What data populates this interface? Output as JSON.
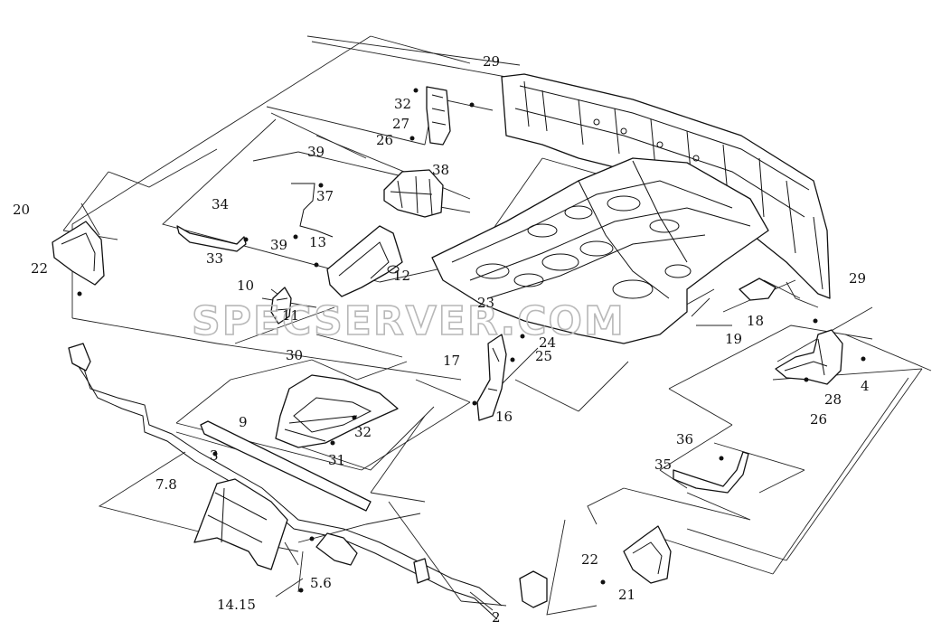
{
  "watermark": "SPECSERVER.COM",
  "labels": {
    "l1": "29",
    "l2": "32",
    "l3": "27",
    "l4": "26",
    "l5": "39",
    "l6": "38",
    "l7": "37",
    "l8": "34",
    "l9": "20",
    "l10": "33",
    "l11": "39",
    "l12": "13",
    "l13": "22",
    "l14": "12",
    "l15": "10",
    "l16": "11",
    "l17": "23",
    "l18": "29",
    "l19": "18",
    "l20": "19",
    "l21": "24",
    "l22": "25",
    "l23": "17",
    "l24": "30",
    "l25": "4",
    "l26": "28",
    "l27": "16",
    "l28": "26",
    "l29": "9",
    "l30": "3",
    "l31": "32",
    "l32": "31",
    "l33": "36",
    "l34": "35",
    "l35": "7.8",
    "l36": "22",
    "l37": "5.6",
    "l38": "21",
    "l39": "14.15",
    "l40": "2"
  }
}
